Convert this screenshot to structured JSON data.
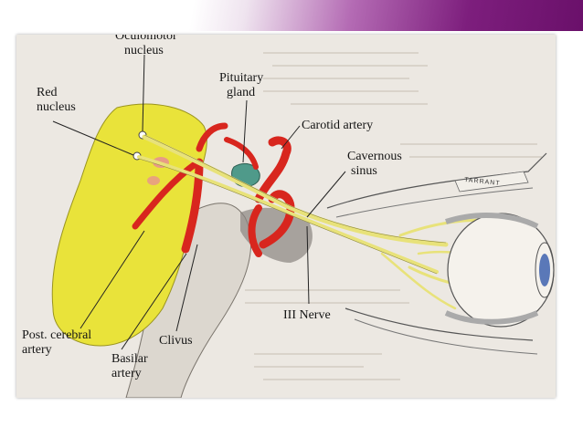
{
  "labels": {
    "oculomotor_nucleus_line1": "Oculomotor",
    "oculomotor_nucleus_line2": "nucleus",
    "red_nucleus_line1": "Red",
    "red_nucleus_line2": "nucleus",
    "pituitary_gland_line1": "Pituitary",
    "pituitary_gland_line2": "gland",
    "carotid_artery": "Carotid artery",
    "cavernous_sinus_line1": "Cavernous",
    "cavernous_sinus_line2": "sinus",
    "iii_nerve": "III Nerve",
    "post_cerebral_artery_line1": "Post. cerebral",
    "post_cerebral_artery_line2": "artery",
    "clivus": "Clivus",
    "basilar_artery_line1": "Basilar",
    "basilar_artery_line2": "artery",
    "plate_text": "TARRANT"
  },
  "colors": {
    "midbrain": "#e9e33a",
    "artery": "#d8261e",
    "nerve": "#e8e27a",
    "pituitary": "#4f9a8a",
    "eye_iris": "#5a78b8"
  }
}
